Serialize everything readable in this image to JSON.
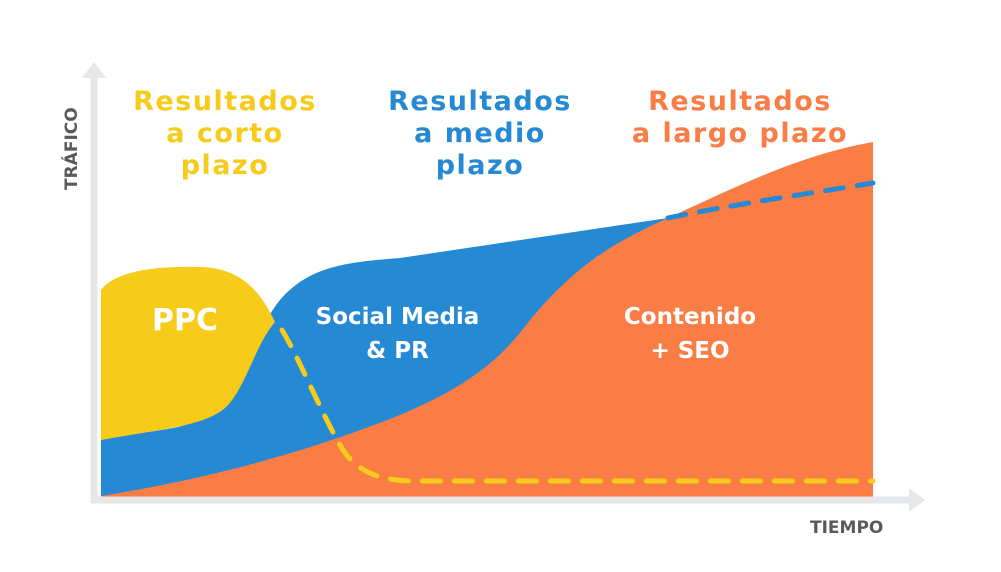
{
  "axes": {
    "y_label": "TRÁFICO",
    "x_label": "TIEMPO",
    "axis_color": "#e6e7e8",
    "label_color": "#5a5a5a"
  },
  "headings": {
    "short": {
      "lines": [
        "Resultados",
        "a corto",
        "plazo"
      ],
      "color": "#f7cb1a"
    },
    "medium": {
      "lines": [
        "Resultados",
        "a medio",
        "plazo"
      ],
      "color": "#2589d4"
    },
    "long": {
      "lines": [
        "Resultados",
        "a largo plazo"
      ],
      "color": "#fa7d45"
    }
  },
  "areas": {
    "ppc": {
      "label": "PPC",
      "color": "#f7cb1a"
    },
    "social": {
      "lines": [
        "Social Media",
        "& PR"
      ],
      "color": "#2589d4"
    },
    "content": {
      "lines": [
        "Contenido",
        "+ SEO"
      ],
      "color": "#fa7d45"
    }
  },
  "chart_data": {
    "type": "area",
    "title": "",
    "xlabel": "TIEMPO",
    "ylabel": "TRÁFICO",
    "series": [
      {
        "name": "PPC",
        "color": "#f7cb1a",
        "phase": "Resultados a corto plazo",
        "shape": "high early, drops sharply, dashed line continues near zero"
      },
      {
        "name": "Social Media & PR",
        "color": "#2589d4",
        "phase": "Resultados a medio plazo",
        "shape": "rises mid-term then plateaus, dashed continuation beyond intersection"
      },
      {
        "name": "Contenido + SEO",
        "color": "#fa7d45",
        "phase": "Resultados a largo plazo",
        "shape": "slow start, grows continuously to highest traffic"
      }
    ],
    "grid": false,
    "legend": "inline labels"
  }
}
